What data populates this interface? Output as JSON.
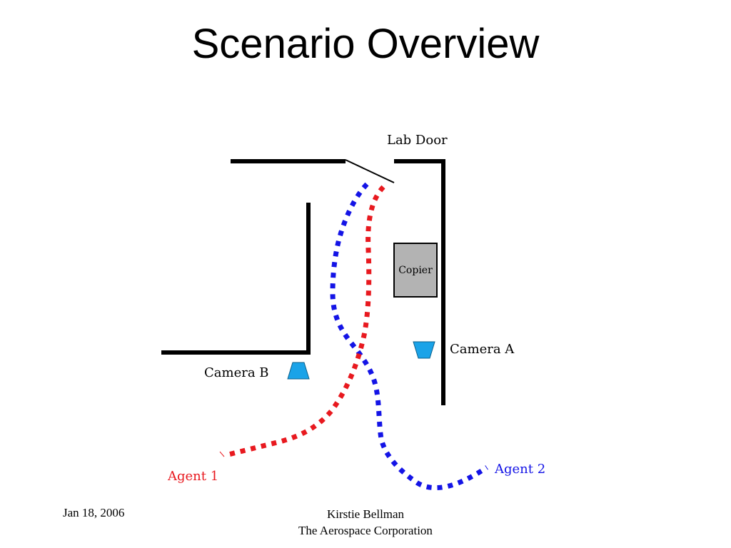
{
  "slide": {
    "title": "Scenario Overview"
  },
  "diagram": {
    "labels": {
      "lab_door": "Lab Door",
      "copier": "Copier",
      "camera_a": "Camera A",
      "camera_b": "Camera B",
      "agent_1": "Agent 1",
      "agent_2": "Agent 2"
    },
    "colors": {
      "walls": "#000000",
      "agent_1": "#e8191f",
      "agent_2": "#1414e6",
      "camera": "#1aa3e8",
      "copier_fill": "#b3b3b3"
    }
  },
  "footer": {
    "date": "Jan 18, 2006",
    "author": "Kirstie Bellman",
    "organization": "The Aerospace Corporation"
  }
}
